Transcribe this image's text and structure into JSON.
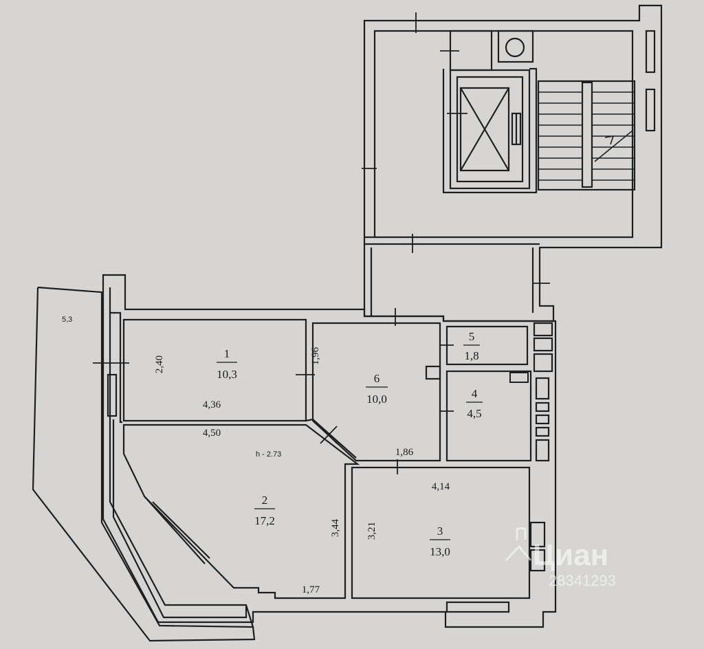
{
  "balcony": {
    "area": "5,3"
  },
  "rooms": [
    {
      "number": "1",
      "area": "10,3"
    },
    {
      "number": "2",
      "area": "17,2"
    },
    {
      "number": "3",
      "area": "13,0"
    },
    {
      "number": "4",
      "area": "4,5"
    },
    {
      "number": "5",
      "area": "1,8"
    },
    {
      "number": "6",
      "area": "10,0"
    }
  ],
  "dimensions": {
    "room1_height": "2,40",
    "room1_width": "4,36",
    "room1_right": "1,96",
    "room2_top": "4,50",
    "room2_right": "3,44",
    "room2_bottom": "1,77",
    "room6_bottom": "1,86",
    "room3_top": "4,14",
    "room3_left": "3,21"
  },
  "ceiling_height": "h - 2.73",
  "watermark": {
    "brand": "Циан",
    "id": "28341293"
  },
  "colors": {
    "background": "#d6d5d3",
    "walls": "#1f1f1f",
    "watermark": "#ffffff"
  }
}
